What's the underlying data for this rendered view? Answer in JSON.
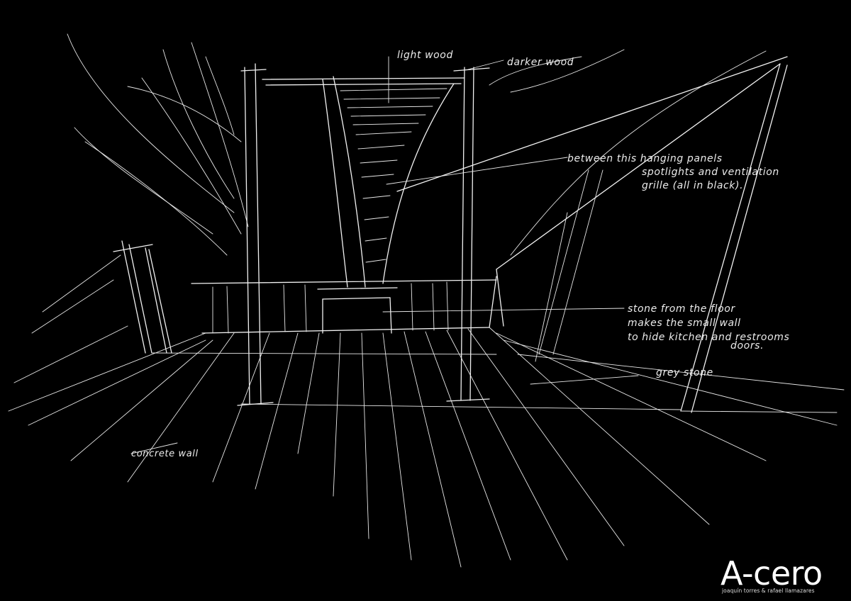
{
  "annotations": {
    "light_wood": "light wood",
    "darker_wood": "darker wood",
    "hanging_panels_1": "between this hanging panels",
    "hanging_panels_2": "spotlights and ventilation",
    "hanging_panels_3": "grille (all in black).",
    "stone_floor_1": "stone from the floor",
    "stone_floor_2": "makes the small wall",
    "stone_floor_3": "to hide kitchen and restrooms",
    "stone_floor_4": "doors.",
    "grey_stone": "grey stone",
    "concrete_wall": "concrete wall"
  },
  "logo": {
    "name": "A-cero",
    "subtitle": "joaquín torres & rafael llamazares"
  },
  "colors": {
    "background": "#000000",
    "ink": "#f2f2f2"
  }
}
